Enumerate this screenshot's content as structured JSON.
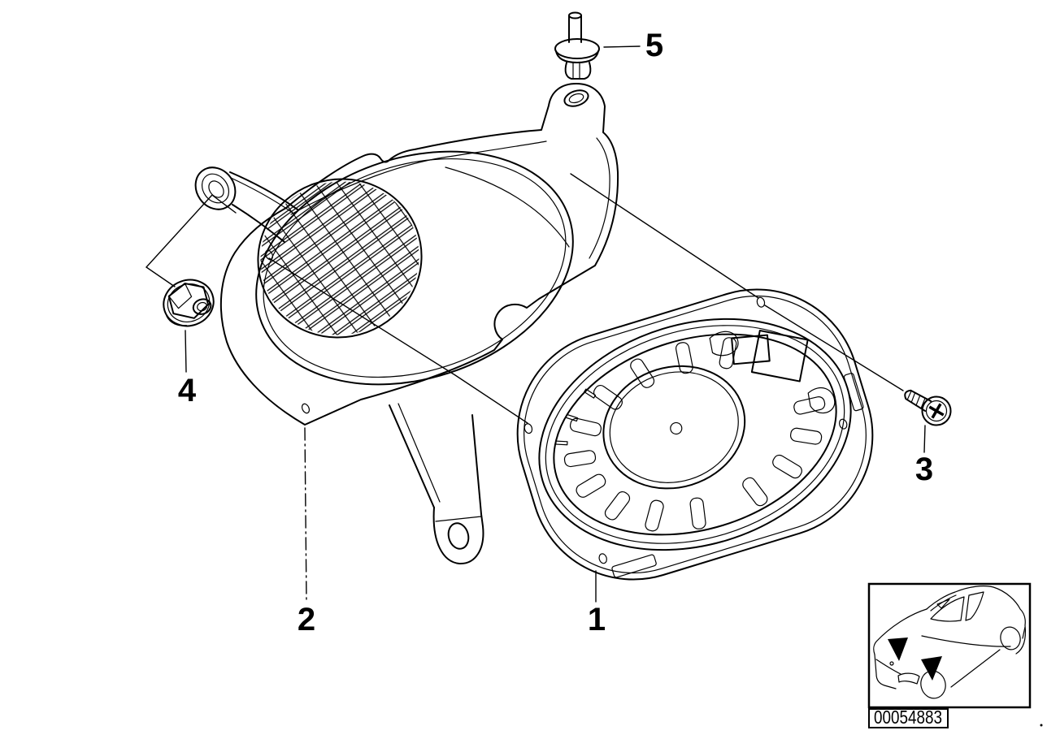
{
  "colors": {
    "ink": "#000000",
    "paper": "#ffffff"
  },
  "callouts": [
    {
      "label": "1"
    },
    {
      "label": "2"
    },
    {
      "label": "3"
    },
    {
      "label": "4"
    },
    {
      "label": "5"
    }
  ],
  "footer": {
    "part_code": "00054883"
  },
  "icons": {
    "car_inset": "car-location-icon"
  }
}
